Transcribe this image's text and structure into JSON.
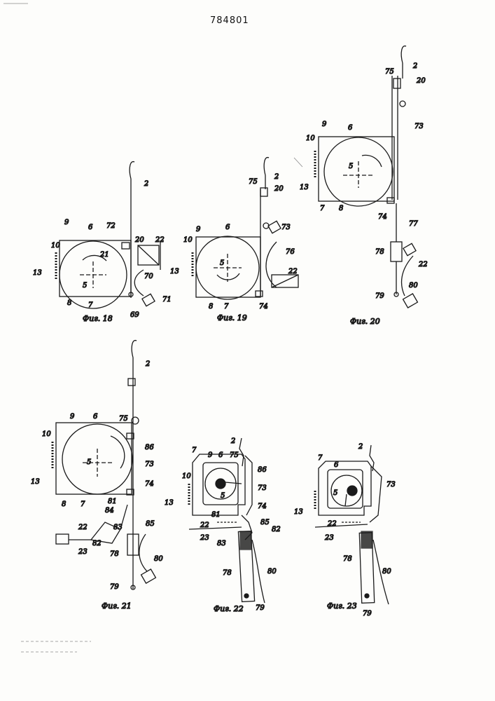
{
  "patent_number": "784801",
  "figures": {
    "fig18": {
      "caption": "Фиг. 18",
      "labels": [
        "2",
        "9",
        "6",
        "72",
        "20",
        "22",
        "10",
        "21",
        "13",
        "5",
        "70",
        "71",
        "8",
        "7",
        "69"
      ]
    },
    "fig19": {
      "caption": "Фиг. 19",
      "labels": [
        "2",
        "75",
        "20",
        "9",
        "6",
        "73",
        "10",
        "76",
        "5",
        "13",
        "22",
        "8",
        "7",
        "74"
      ]
    },
    "fig20": {
      "caption": "Фиг. 20",
      "labels": [
        "2",
        "75",
        "20",
        "73",
        "9",
        "6",
        "10",
        "5",
        "13",
        "7",
        "8",
        "74",
        "77",
        "78",
        "22",
        "79",
        "80"
      ]
    },
    "fig21": {
      "caption": "Фиг. 21",
      "labels": [
        "2",
        "10",
        "9",
        "6",
        "75",
        "86",
        "5",
        "73",
        "13",
        "74",
        "8",
        "7",
        "81",
        "84",
        "22",
        "83",
        "85",
        "82",
        "23",
        "78",
        "80",
        "79"
      ]
    },
    "fig22": {
      "caption": "Фиг. 22",
      "labels": [
        "2",
        "7",
        "9",
        "6",
        "75",
        "86",
        "10",
        "73",
        "5",
        "13",
        "74",
        "81",
        "22",
        "85",
        "82",
        "23",
        "83",
        "78",
        "80",
        "79"
      ]
    },
    "fig23": {
      "caption": "Фиг. 23",
      "labels": [
        "2",
        "7",
        "6",
        "73",
        "5",
        "13",
        "22",
        "23",
        "78",
        "80",
        "79"
      ]
    }
  }
}
